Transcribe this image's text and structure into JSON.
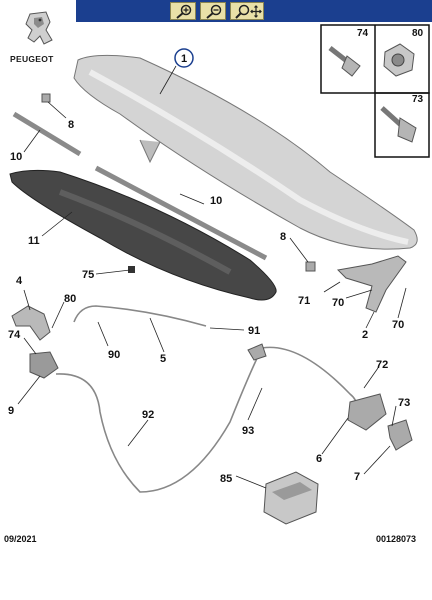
{
  "toolbar": {
    "zoom_in_icon": "magnifier-plus-icon",
    "zoom_out_icon": "magnifier-minus-icon",
    "pan_icon": "magnifier-move-icon",
    "bar_color": "#1b3f8f"
  },
  "brand": {
    "name": "PEUGEOT"
  },
  "parts": {
    "p1": "1",
    "p2": "2",
    "p4": "4",
    "p5": "5",
    "p6": "6",
    "p7": "7",
    "p8a": "8",
    "p8b": "8",
    "p9": "9",
    "p10a": "10",
    "p10b": "10",
    "p11": "11",
    "p70a": "70",
    "p70b": "70",
    "p71": "71",
    "p72": "72",
    "p73": "73",
    "p74": "74",
    "p75": "75",
    "p80": "80",
    "p85": "85",
    "p90": "90",
    "p91": "91",
    "p92": "92",
    "p93": "93"
  },
  "inset": {
    "b74": "74",
    "b80": "80",
    "b73": "73"
  },
  "footer": {
    "date": "09/2021",
    "ref": "00128073"
  }
}
